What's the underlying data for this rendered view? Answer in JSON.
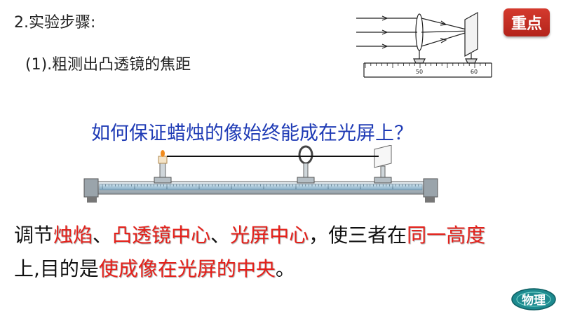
{
  "heading": "2.实验步骤:",
  "badge": "重点",
  "substep": "(1).粗测出凸透镜的焦距",
  "question": "如何保证蜡烛的像始终能成在光屏上？",
  "diagram": {
    "tick_left": "50",
    "tick_right": "60"
  },
  "statement": {
    "line1": [
      {
        "text": "调节",
        "hl": false
      },
      {
        "text": "烛焰",
        "hl": true
      },
      {
        "text": "、",
        "hl": false
      },
      {
        "text": "凸透镜中心",
        "hl": true
      },
      {
        "text": "、",
        "hl": false
      },
      {
        "text": "光屏中心",
        "hl": true
      },
      {
        "text": "，使三者在",
        "hl": false
      },
      {
        "text": "同一高度",
        "hl": true
      }
    ],
    "line2": [
      {
        "text": "上,目的是",
        "hl": false
      },
      {
        "text": "使成像在光屏的中央",
        "hl": true
      },
      {
        "text": "。",
        "hl": false
      }
    ]
  },
  "logo_text": "物理",
  "colors": {
    "question": "#1f3bb5",
    "highlight": "#e5201a",
    "badge": "#c42d22"
  }
}
